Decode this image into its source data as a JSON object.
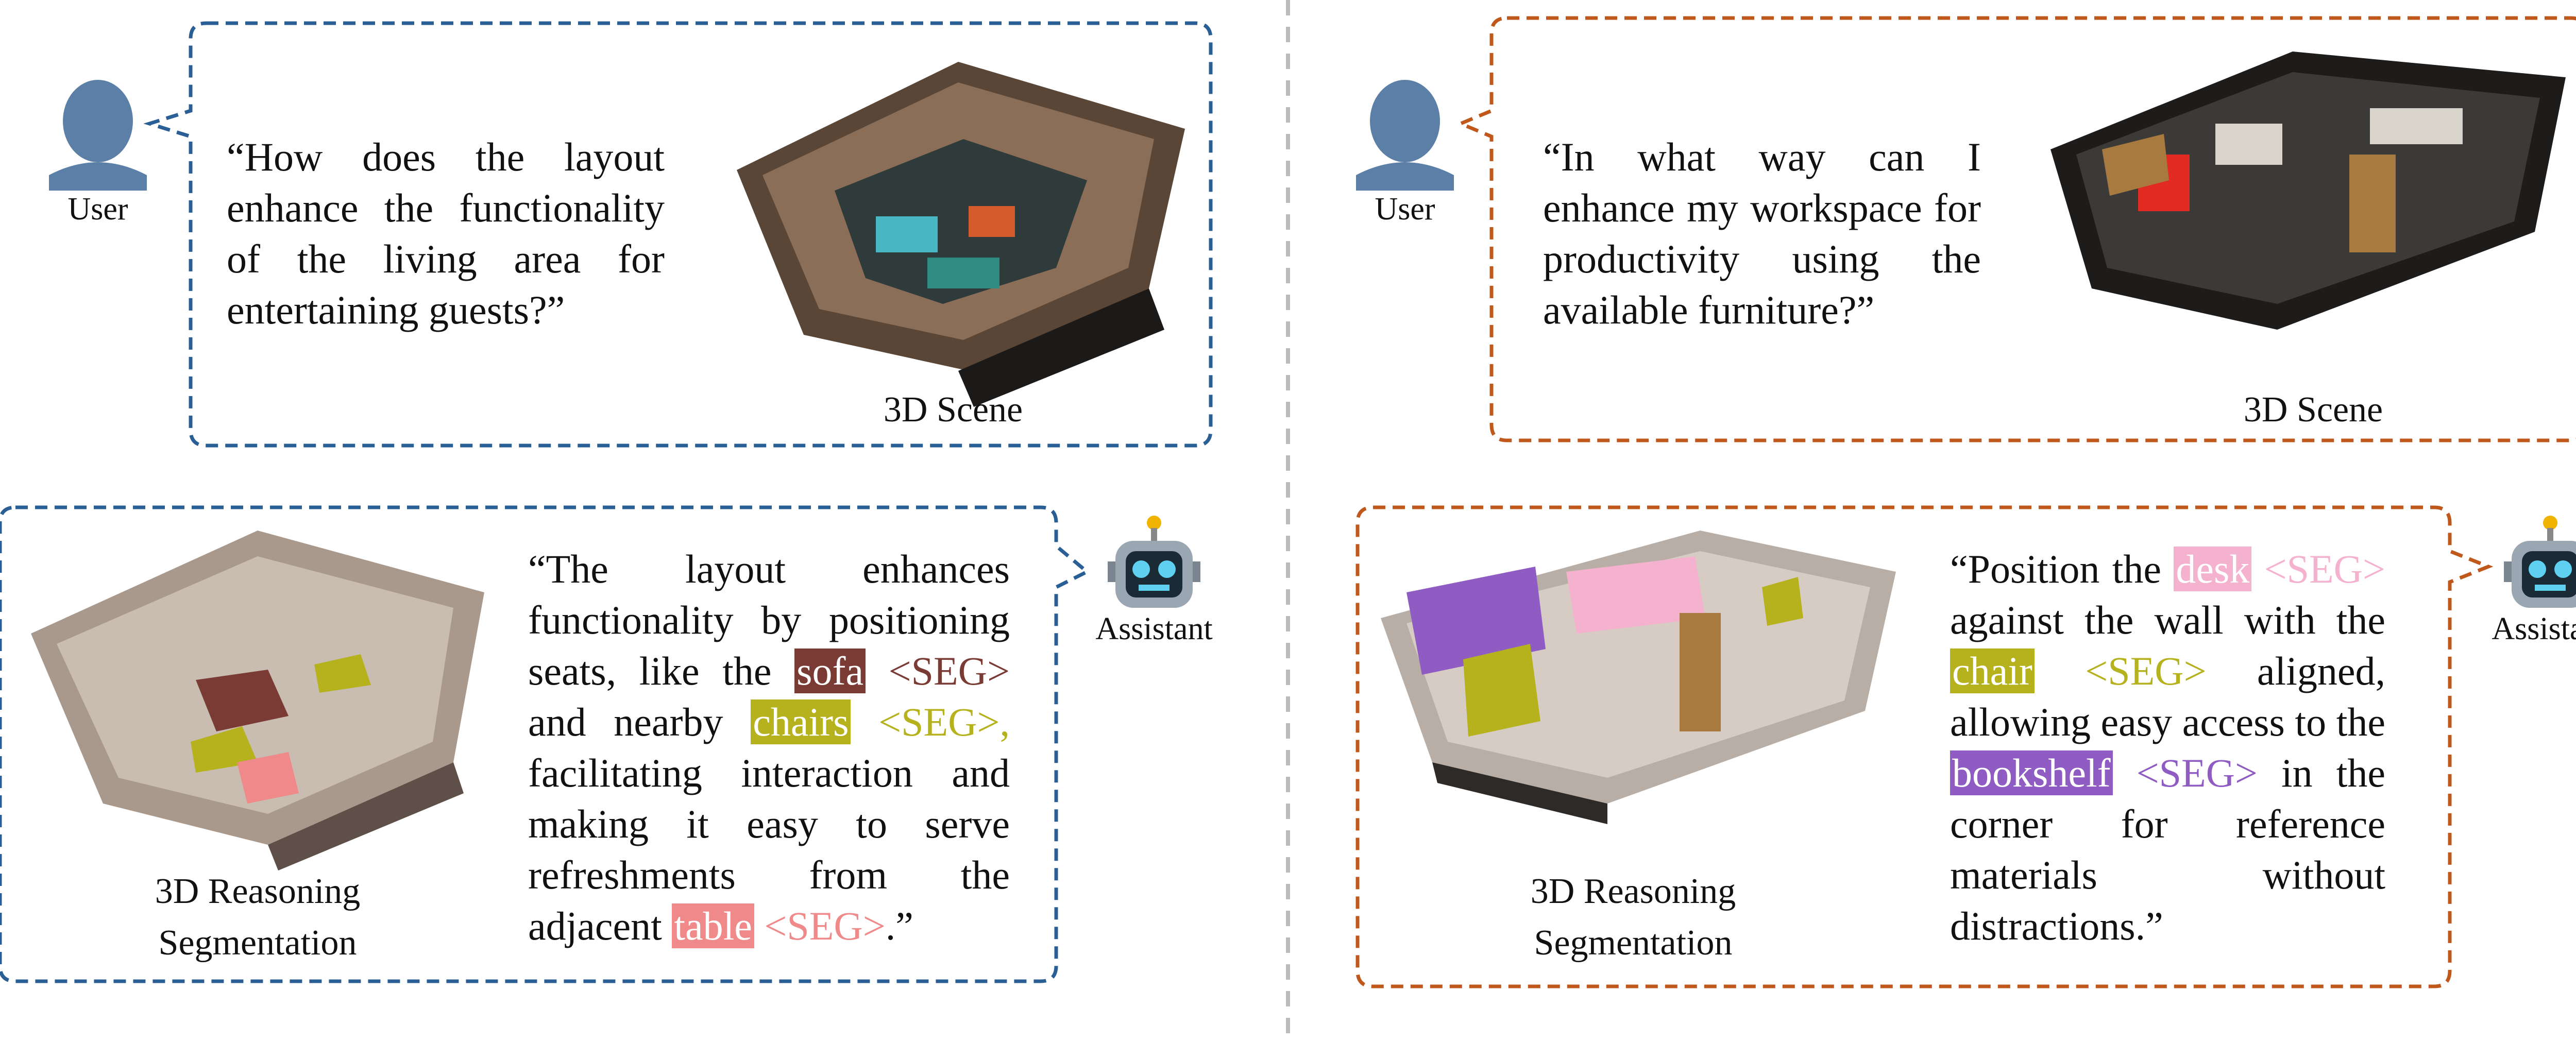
{
  "left_panel": {
    "user_label": "User",
    "question": "“How does the layout enhance the functionality of the living area for entertaining guests?”",
    "scene_label": "3D Scene",
    "assistant_label": "Assistant",
    "seg_label_1": "3D Reasoning",
    "seg_label_2": "Segmentation",
    "answer": {
      "p1": "“The layout enhances functionality by positioning seats, like the ",
      "sofa": "sofa",
      "seg1": " <SEG>",
      "p2": " and nearby ",
      "chairs": "chairs",
      "seg2": " <SEG>,",
      "p3": " facilitating interaction and making it easy to serve refreshments from the adjacent ",
      "table": "table",
      "seg3": " <SEG>",
      "p4": ".”"
    }
  },
  "right_panel": {
    "user_label": "User",
    "question": "“In what way can I enhance my workspace for productivity using the available furniture?”",
    "scene_label": "3D Scene",
    "assistant_label": "Assistant",
    "seg_label_1": "3D Reasoning",
    "seg_label_2": "Segmentation",
    "answer": {
      "p1": "“Position the ",
      "desk": "desk",
      "seg1": " <SEG>",
      "p2": " against the wall with the ",
      "chair": "chair",
      "seg2": " <SEG>",
      "p3": " aligned, allowing easy access to the ",
      "bookshelf": "bookshelf",
      "seg3": " <SEG>",
      "p4": " in the corner for reference materials without distractions.”"
    }
  },
  "colors": {
    "left_border": "#2a5f95",
    "right_border": "#c0581c",
    "divider": "#bbbbbb",
    "sofa": "#7a3b35",
    "chairs": "#b5b21e",
    "table": "#f08a8a",
    "desk": "#f4b2cf",
    "chair": "#b5b21e",
    "bookshelf": "#8f5cc4"
  }
}
